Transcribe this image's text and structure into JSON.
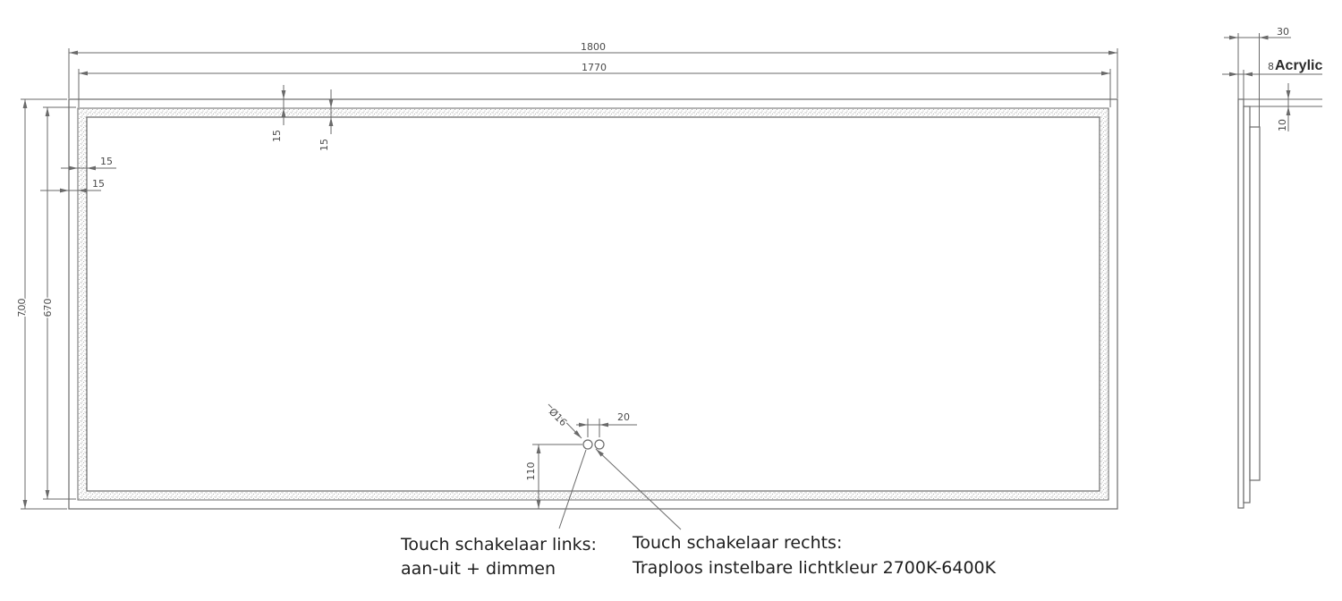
{
  "front_view": {
    "width_outer": "1800",
    "width_inner": "1770",
    "height_outer": "700",
    "height_inner": "670",
    "edge_gap_top": "15",
    "band_width_top": "15",
    "band_width_left": "15",
    "edge_gap_left": "15"
  },
  "switches": {
    "diameter": "Ø16",
    "spacing": "20",
    "offset_bottom": "110"
  },
  "side_view": {
    "depth": "30",
    "acrylic_thickness": "8",
    "acrylic_label": "Acrylic",
    "back_inset_top": "10"
  },
  "annotations": {
    "left_line1": "Touch schakelaar links:",
    "left_line2": "aan-uit + dimmen",
    "right_line1": "Touch schakelaar rechts:",
    "right_line2": "Traploos instelbare lichtkleur 2700K-6400K"
  },
  "colors": {
    "line": "#6a6a6a",
    "dim_text": "#4a4a4a",
    "annotation_text": "#1e1e1e",
    "stipple_dot": "#9b9b9b",
    "background": "#ffffff"
  }
}
